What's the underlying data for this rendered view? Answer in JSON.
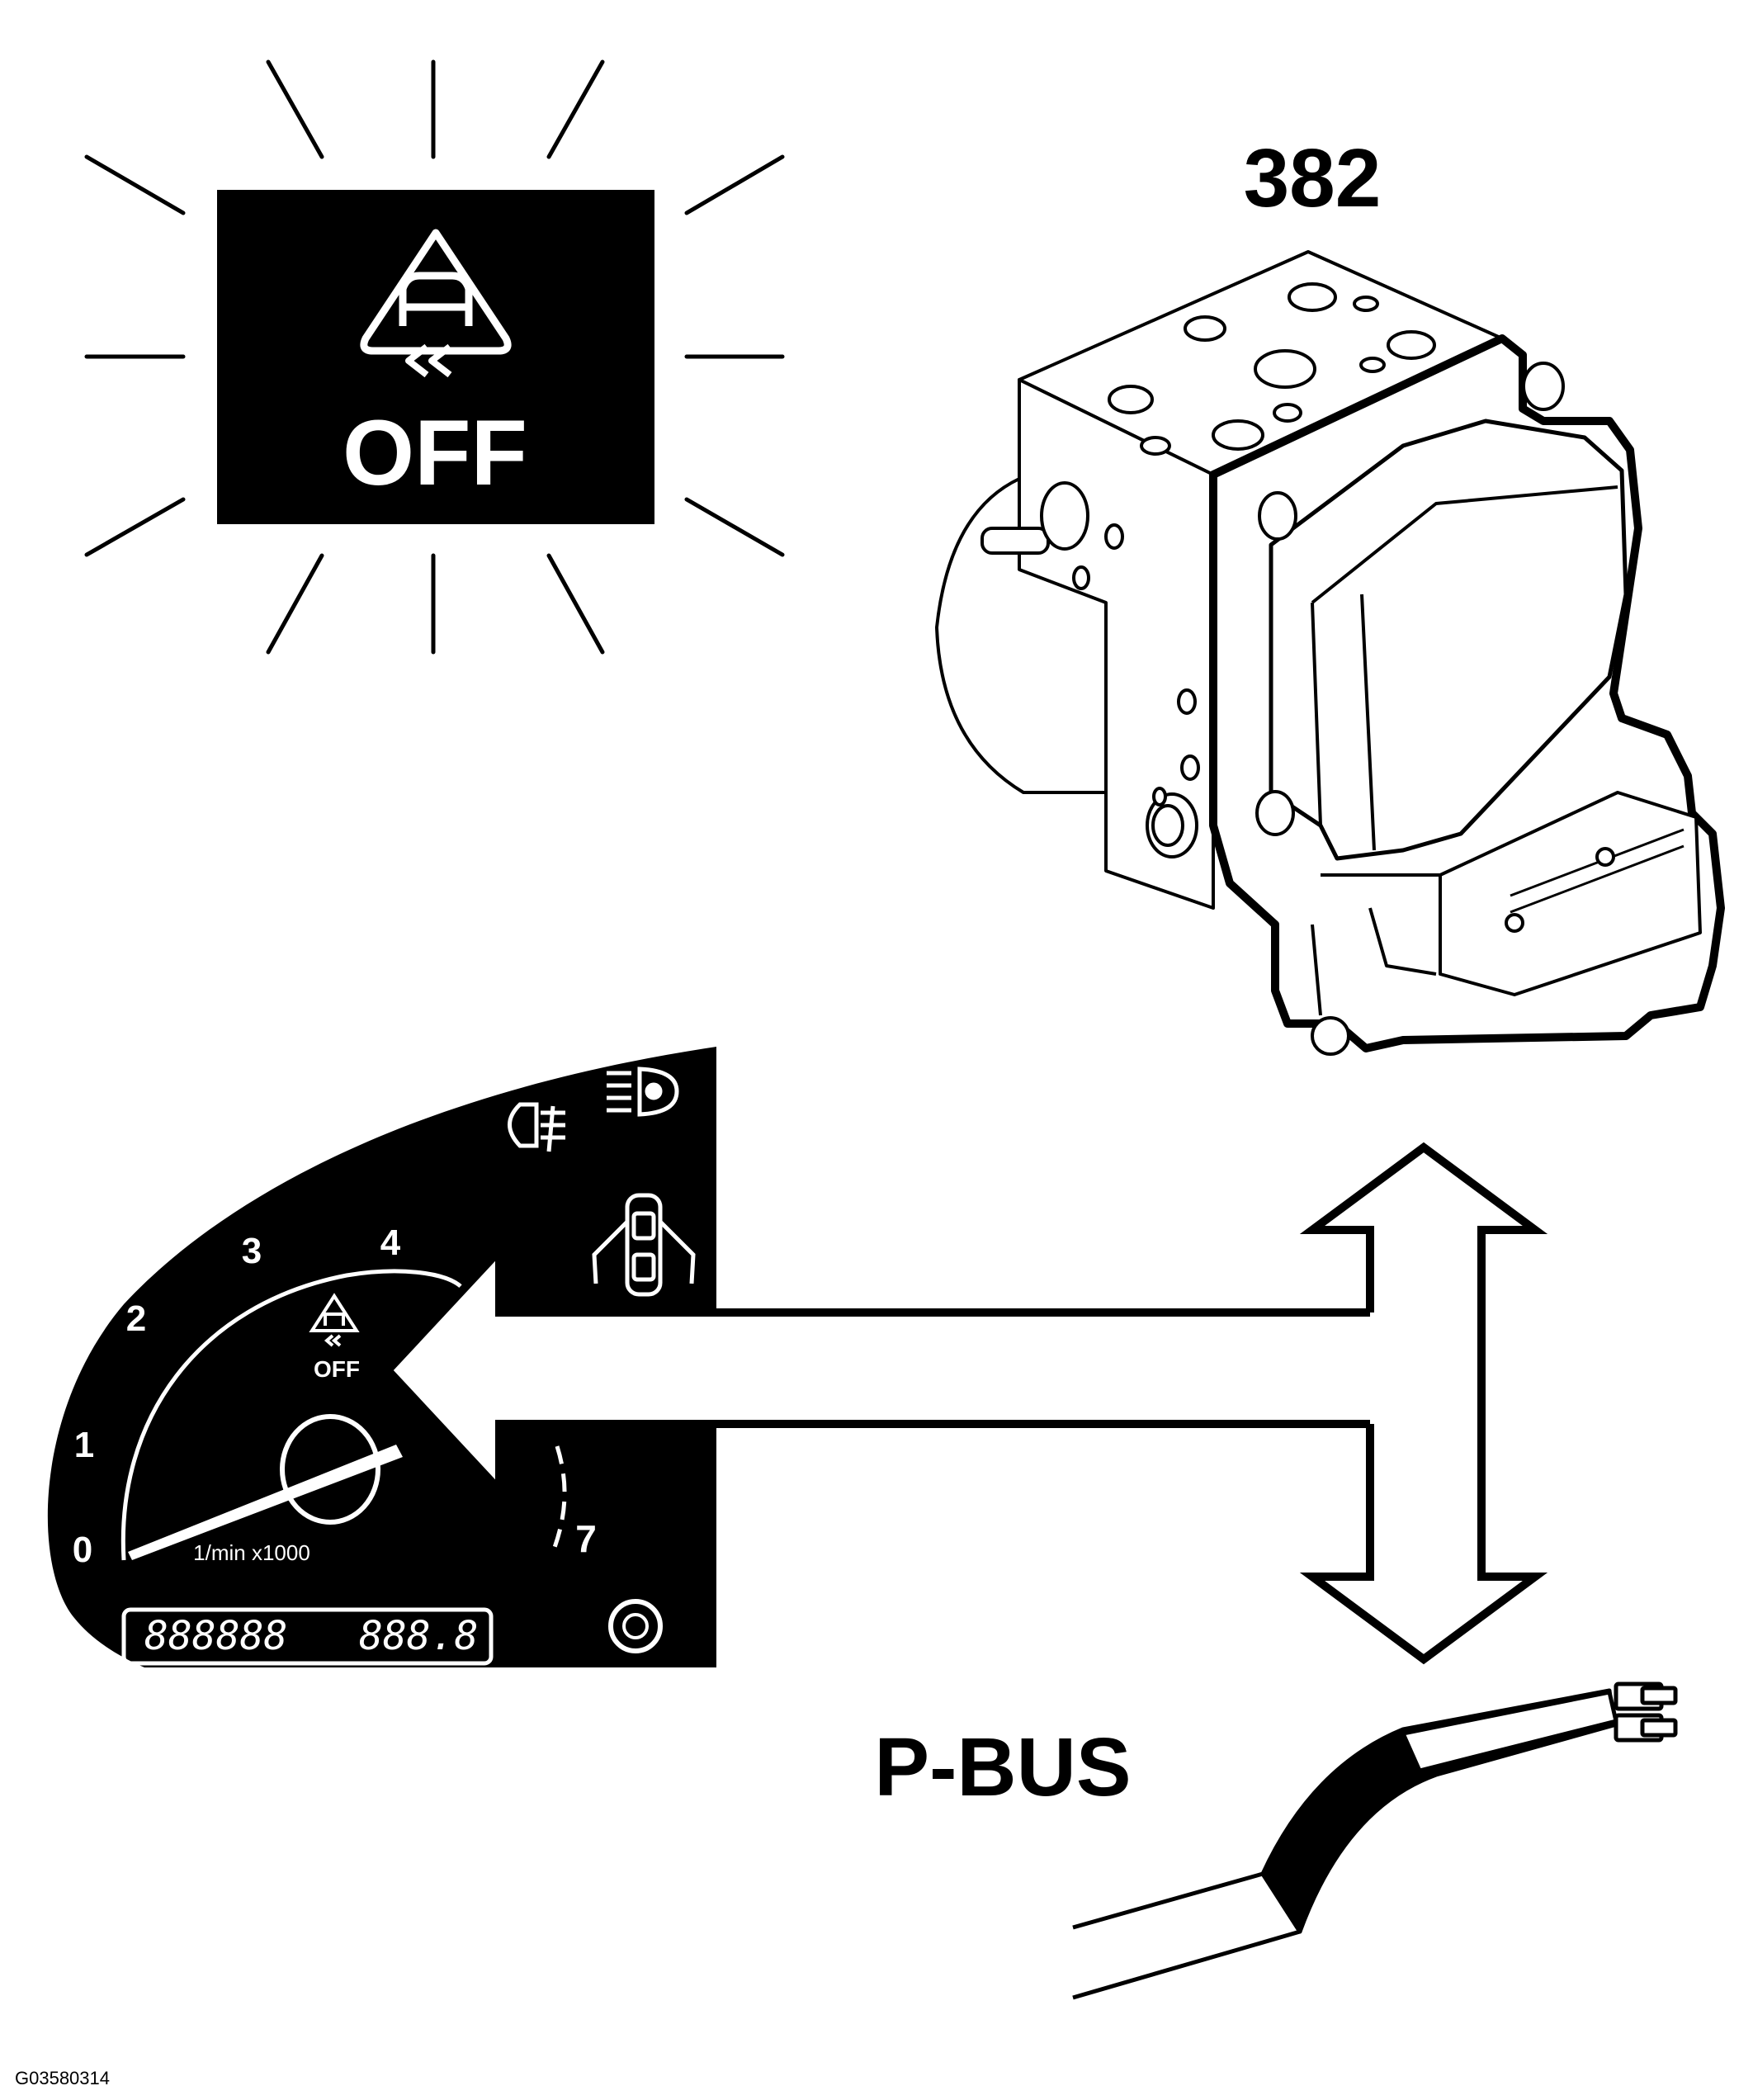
{
  "warning_lamp": {
    "icon": "traction-control-off-icon",
    "text": "OFF"
  },
  "module": {
    "callout": "382"
  },
  "bus": {
    "label": "P-BUS"
  },
  "cluster": {
    "scale_numbers": [
      "0",
      "1",
      "2",
      "3",
      "4",
      "7"
    ],
    "unit_label": "1/min x1000",
    "small_off": "OFF",
    "odometer": "888888",
    "trip": "888.8"
  },
  "figure_id": "G03580314",
  "colors": {
    "ink": "#000000",
    "paper": "#ffffff"
  }
}
